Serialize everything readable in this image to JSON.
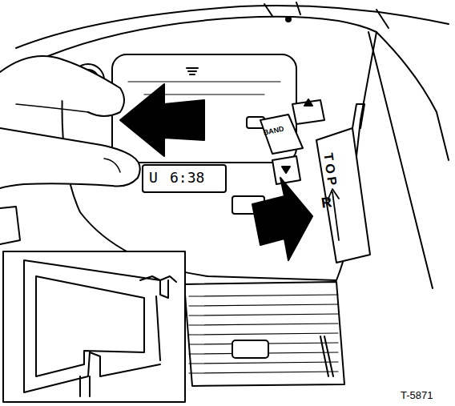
{
  "diagram": {
    "labels": [
      "BAND",
      "U",
      "6:38",
      "R",
      "TOP",
      "T-5871"
    ]
  }
}
